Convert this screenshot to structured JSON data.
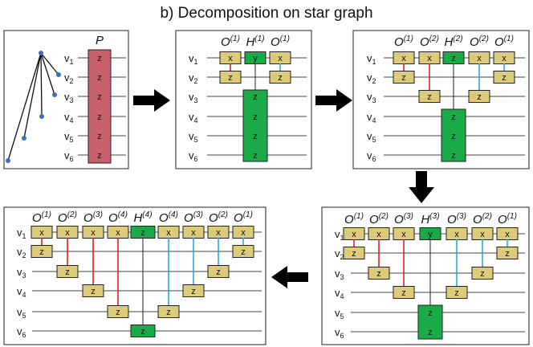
{
  "title": "b) Decomposition on star graph",
  "vertex_labels": [
    "v1",
    "v2",
    "v3",
    "v4",
    "v5",
    "v6"
  ],
  "gate_letters": {
    "x": "x",
    "y": "y",
    "z": "z"
  },
  "colors": {
    "single_gate_fill": "#dccb7a",
    "hadamard_fill": "#1aaa48",
    "p_block_fill": "#c9616d",
    "red_link": "#e02020",
    "blue_link": "#29a9e0",
    "graph_node": "#3d6fc0",
    "arrow": "#000000"
  },
  "panels": [
    {
      "id": "panel-1",
      "big_block_label": "P",
      "big_block_letters": [
        "z",
        "z",
        "z",
        "z",
        "z",
        "z"
      ]
    },
    {
      "id": "panel-2",
      "headers": [
        {
          "base": "O",
          "sup": "(1)"
        },
        {
          "base": "H",
          "sup": "(1)"
        },
        {
          "base": "O",
          "sup": "(1)"
        }
      ]
    },
    {
      "id": "panel-3",
      "headers": [
        {
          "base": "O",
          "sup": "(1)"
        },
        {
          "base": "O",
          "sup": "(2)"
        },
        {
          "base": "H",
          "sup": "(2)"
        },
        {
          "base": "O",
          "sup": "(2)"
        },
        {
          "base": "O",
          "sup": "(1)"
        }
      ]
    },
    {
      "id": "panel-4",
      "headers": [
        {
          "base": "O",
          "sup": "(1)"
        },
        {
          "base": "O",
          "sup": "(2)"
        },
        {
          "base": "O",
          "sup": "(3)"
        },
        {
          "base": "H",
          "sup": "(3)"
        },
        {
          "base": "O",
          "sup": "(3)"
        },
        {
          "base": "O",
          "sup": "(2)"
        },
        {
          "base": "O",
          "sup": "(1)"
        }
      ]
    },
    {
      "id": "panel-5",
      "headers": [
        {
          "base": "O",
          "sup": "(1)"
        },
        {
          "base": "O",
          "sup": "(2)"
        },
        {
          "base": "O",
          "sup": "(3)"
        },
        {
          "base": "O",
          "sup": "(4)"
        },
        {
          "base": "H",
          "sup": "(4)"
        },
        {
          "base": "O",
          "sup": "(4)"
        },
        {
          "base": "O",
          "sup": "(3)"
        },
        {
          "base": "O",
          "sup": "(2)"
        },
        {
          "base": "O",
          "sup": "(1)"
        }
      ]
    }
  ]
}
